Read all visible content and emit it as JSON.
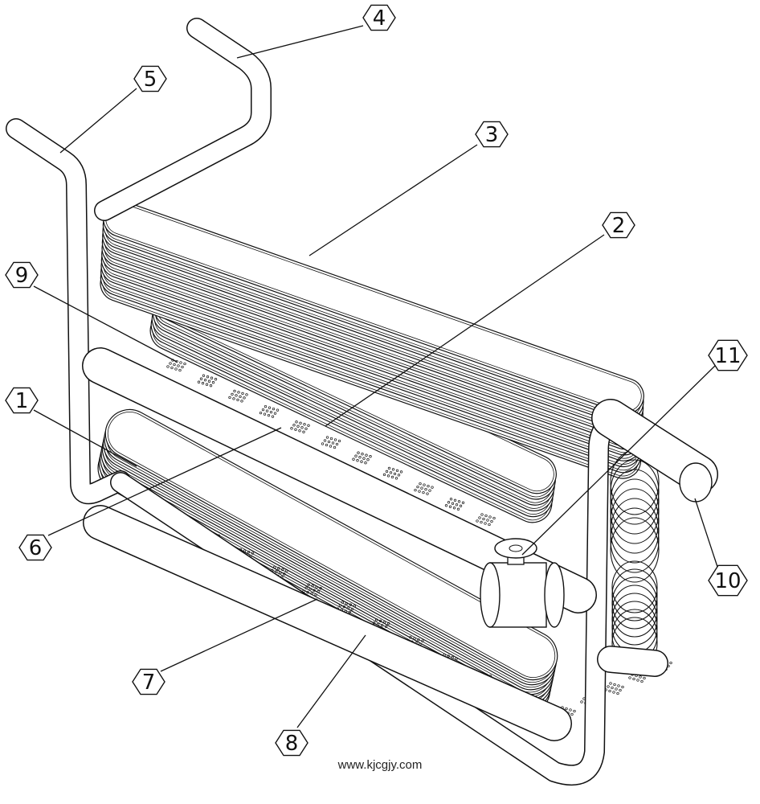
{
  "figure": {
    "labels": [
      {
        "id": "4",
        "text": "4"
      },
      {
        "id": "5",
        "text": "5"
      },
      {
        "id": "3",
        "text": "3"
      },
      {
        "id": "2",
        "text": "2"
      },
      {
        "id": "9",
        "text": "9"
      },
      {
        "id": "11",
        "text": "11"
      },
      {
        "id": "1",
        "text": "1"
      },
      {
        "id": "6",
        "text": "6"
      },
      {
        "id": "10",
        "text": "10"
      },
      {
        "id": "7",
        "text": "7"
      },
      {
        "id": "8",
        "text": "8"
      }
    ],
    "watermark": "www.kjcgjy.com",
    "line_color": "#111111"
  }
}
